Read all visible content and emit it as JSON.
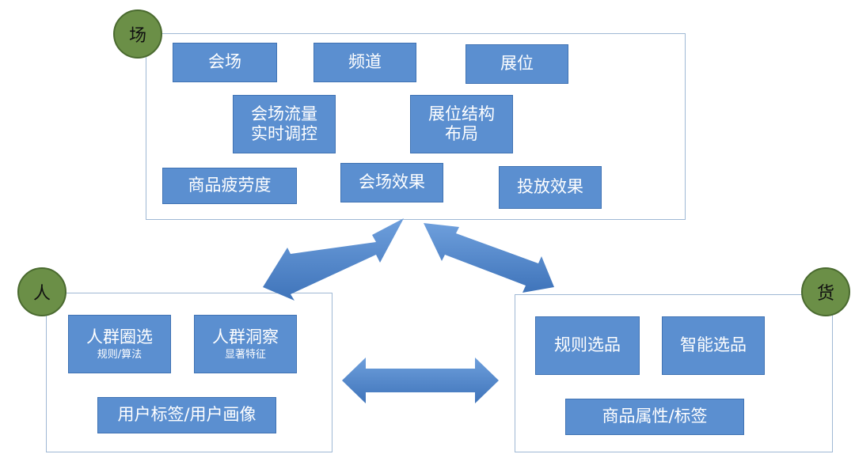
{
  "colors": {
    "panel_border": "#9fb8d4",
    "box_fill": "#5b8fd0",
    "box_border": "#3f72b3",
    "badge_fill": "#6b8f47",
    "arrow_fill": "#4f86cc"
  },
  "field": {
    "badge": "场",
    "venue": "会场",
    "channel": "频道",
    "slot": "展位",
    "traffic_line1": "会场流量",
    "traffic_line2": "实时调控",
    "layout_line1": "展位结构",
    "layout_line2": "布局",
    "fatigue": "商品疲劳度",
    "venue_effect": "会场效果",
    "delivery_effect": "投放效果"
  },
  "people": {
    "badge": "人",
    "crowd_select": "人群圈选",
    "crowd_select_sub": "规则/算法",
    "crowd_insight": "人群洞察",
    "crowd_insight_sub": "显著特征",
    "user_tags": "用户标签/用户画像"
  },
  "goods": {
    "badge": "货",
    "rule_select": "规则选品",
    "smart_select": "智能选品",
    "attributes": "商品属性/标签"
  }
}
